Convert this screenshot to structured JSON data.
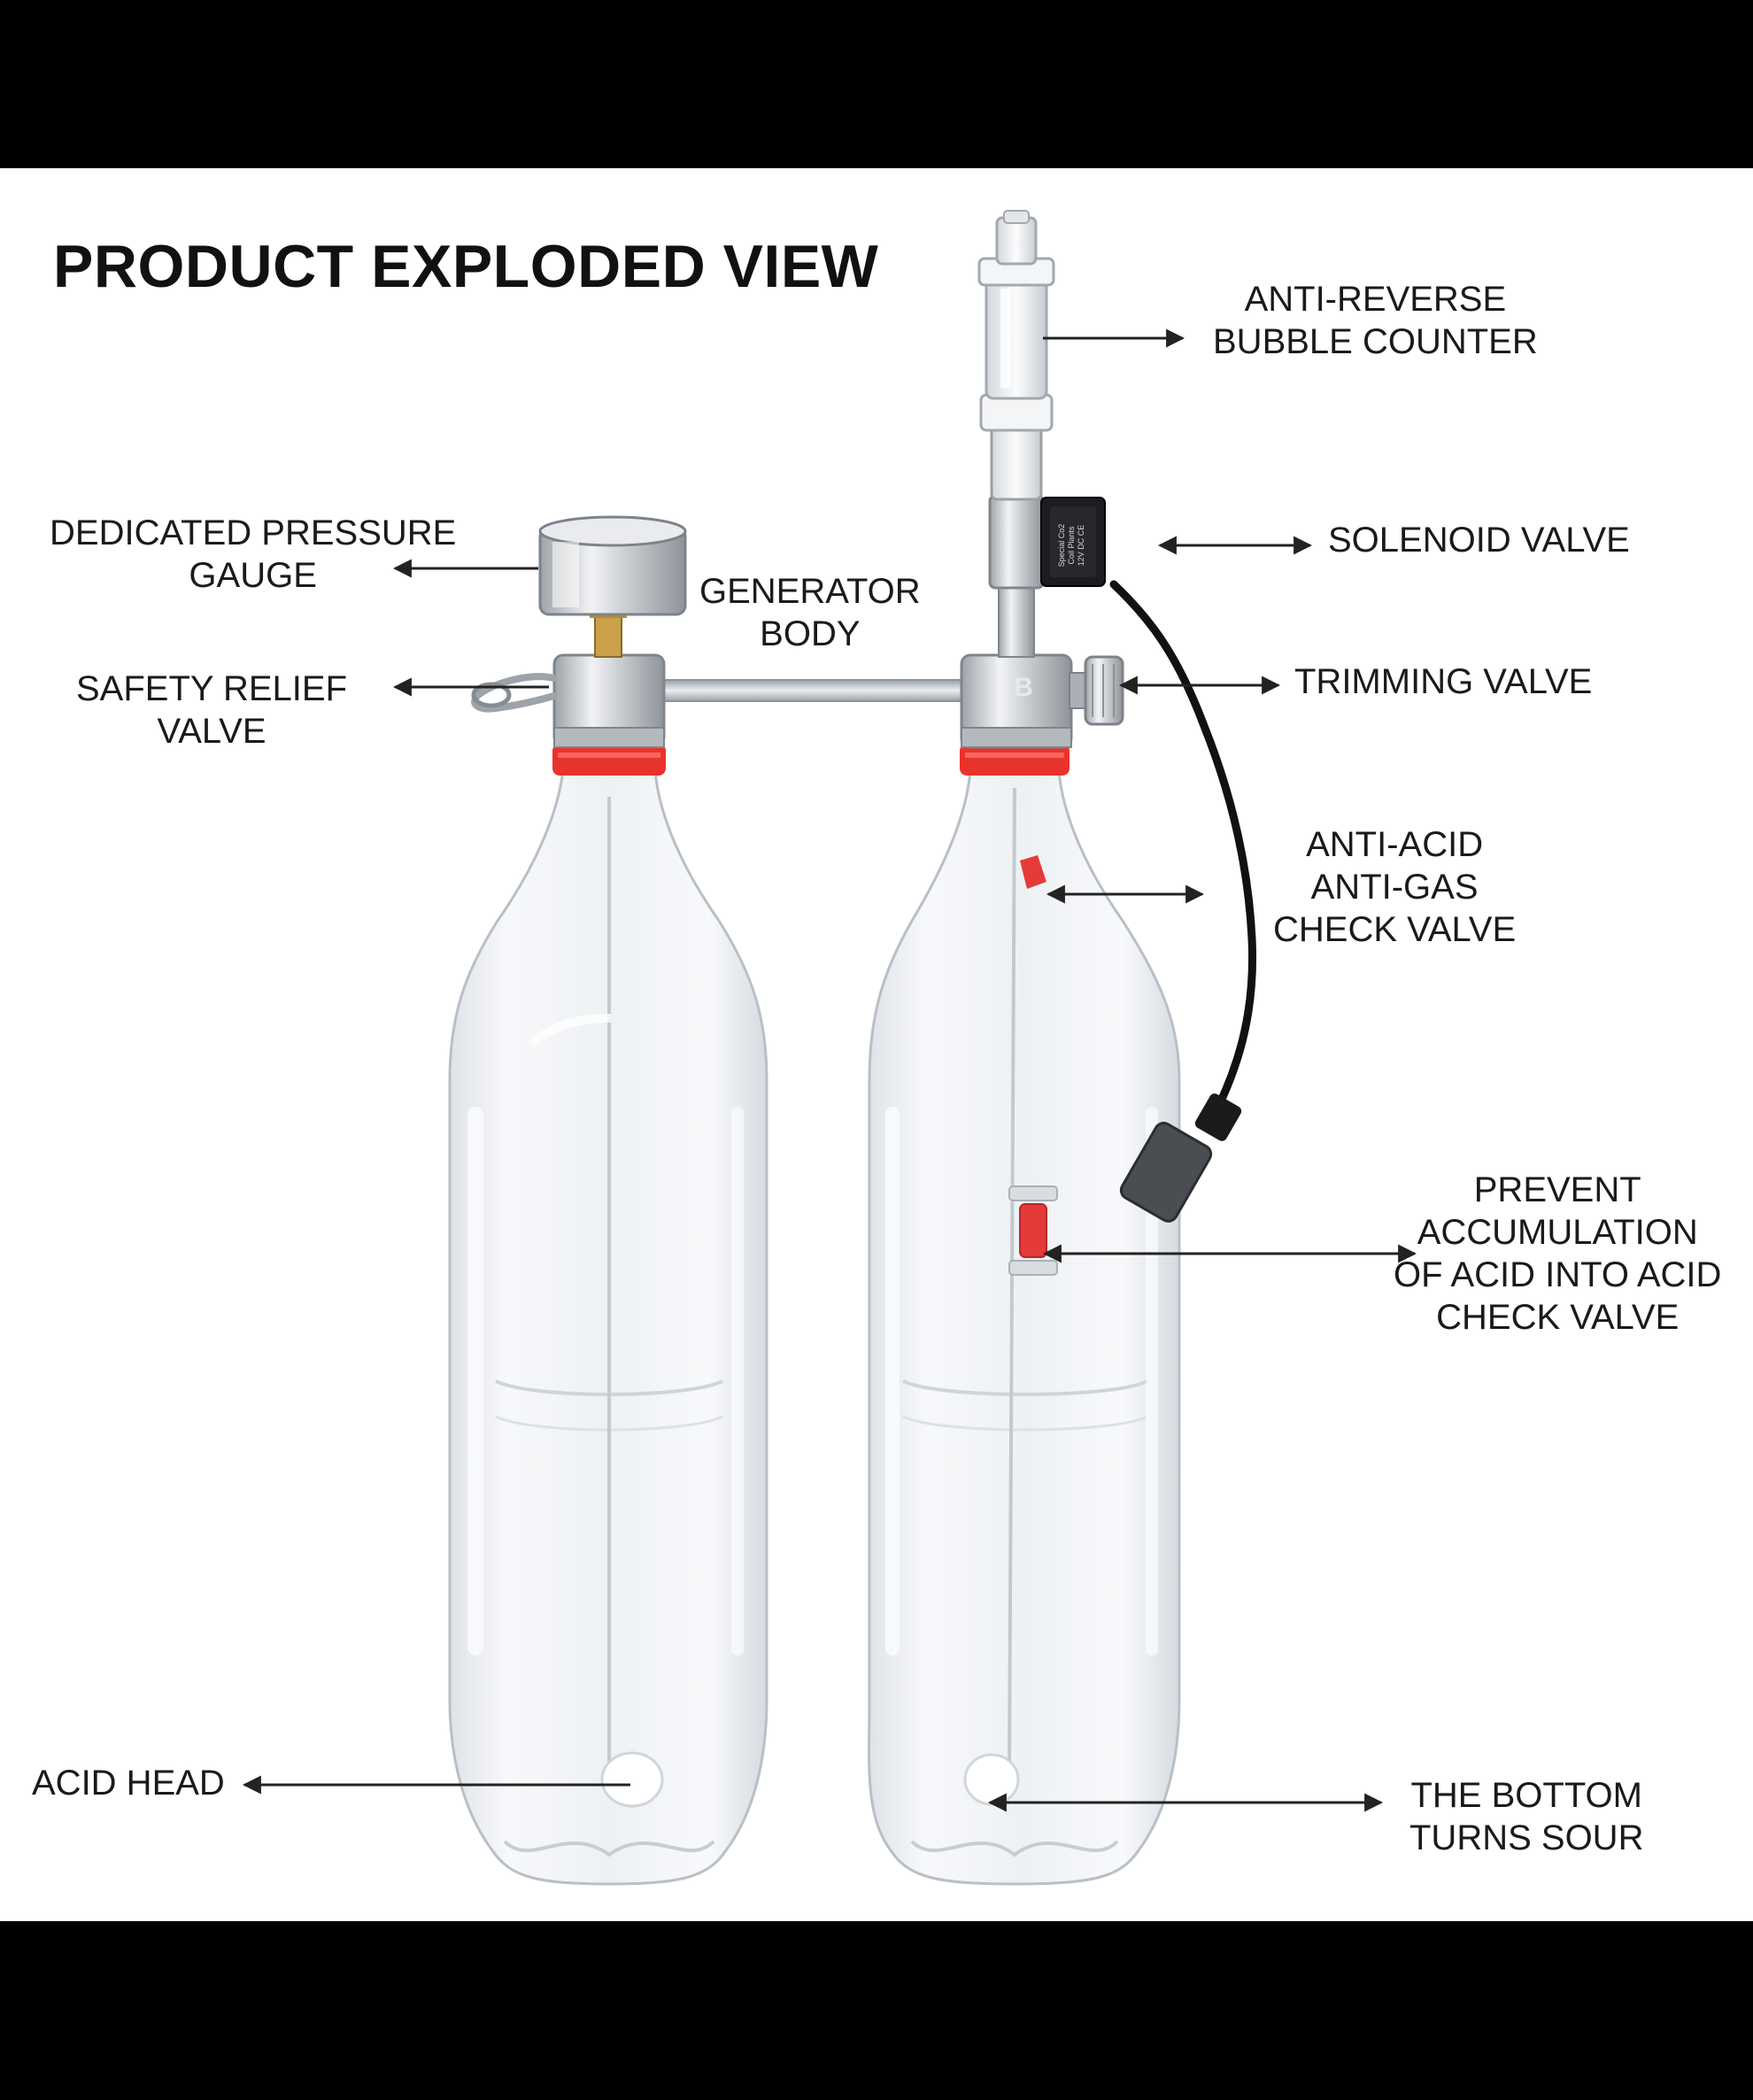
{
  "title": "PRODUCT EXPLODED VIEW",
  "labels": {
    "bubble_counter": [
      "ANTI-REVERSE",
      "BUBBLE COUNTER"
    ],
    "solenoid_valve": [
      "SOLENOID VALVE"
    ],
    "pressure_gauge": [
      "DEDICATED PRESSURE",
      "GAUGE"
    ],
    "generator_body": [
      "GENERATOR",
      "BODY"
    ],
    "safety_relief_valve": [
      "SAFETY RELIEF",
      "VALVE"
    ],
    "trimming_valve": [
      "TRIMMING VALVE"
    ],
    "check_valve": [
      "ANTI-ACID",
      "ANTI-GAS",
      "CHECK VALVE"
    ],
    "prevent_accumulation": [
      "PREVENT",
      "ACCUMULATION",
      "OF ACID INTO ACID",
      "CHECK VALVE"
    ],
    "acid_head": [
      "ACID HEAD"
    ],
    "bottom_sour": [
      "THE BOTTOM",
      "TURNS SOUR"
    ]
  },
  "device_markings": {
    "cap_letter": "B",
    "solenoid_print": [
      "Special Co2",
      "Coil Plants",
      "12V DC CE"
    ]
  },
  "colors": {
    "bottle_ring": "#e8332d",
    "check_valve": "#e53a3a",
    "metal": "#c9ccd0",
    "cable": "#111111",
    "arrow": "#222222"
  }
}
